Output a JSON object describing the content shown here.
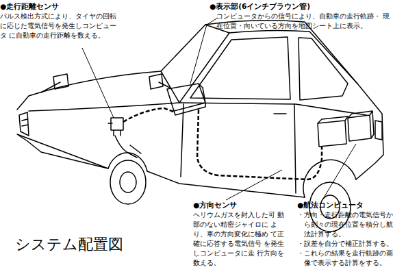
{
  "diagram": {
    "title": "システム配置図",
    "labels": [
      "●走行距離センサ",
      "パルス検出方式により、タイヤの回転 に応じた電気信号を発生しコンピュータ に自動車の走行距離を数える。",
      "●表示部(6インチブラウン管)",
      "コンピュータからの信号により、自動車の走行軌跡・ 現在位置・向いている方向を地図シート上に表示。",
      "●方向センサ",
      "ヘリウムガスを封入した可 動部のない精密ジャイロに より、車の方向変化に極め て正確に応答する電気信号 を発生しコンピュータに走 行方向を数える。",
      "●航法コンピュータ",
      "・方向・走行距離の電気信号か ら刻々の現在位置を積分し航 法計算する。",
      "・誤差を自分で補正計算する。",
      "・これらの結果を走行軌跡の画 像で表示する計算をする。"
    ]
  }
}
